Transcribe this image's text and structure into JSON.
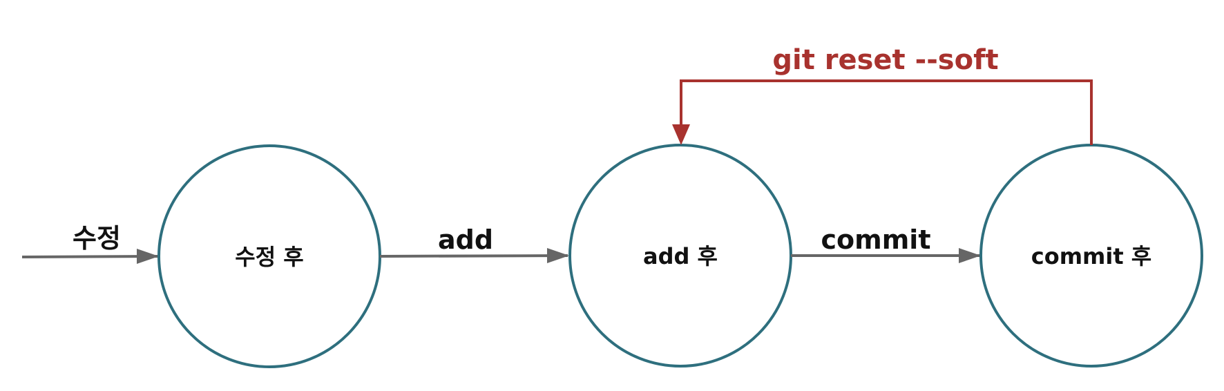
{
  "colors": {
    "circle_stroke": "#2e6f7e",
    "arrow": "#666666",
    "reset": "#a8322e",
    "text": "#111111"
  },
  "nodes": {
    "modified": {
      "label": "수정 후"
    },
    "added": {
      "label": "add 후"
    },
    "committed": {
      "label": "commit 후"
    }
  },
  "edges": {
    "entry": {
      "label": "수정"
    },
    "add": {
      "label": "add"
    },
    "commit": {
      "label": "commit"
    },
    "reset": {
      "label": "git reset --soft"
    }
  }
}
